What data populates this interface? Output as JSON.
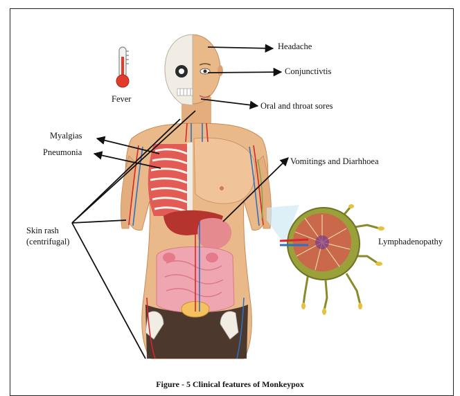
{
  "labels": {
    "headache": "Headache",
    "conjunctivitis": "Conjunctivtis",
    "fever": "Fever",
    "oral_throat": "Oral and throat sores",
    "myalgias": "Myalgias",
    "pneumonia": "Pneumonia",
    "vomiting": "Vomitings and Diarhhoea",
    "skin_rash_1": "Skin rash",
    "skin_rash_2": "(centrifugal)",
    "lymph": "Lymphadenopathy"
  },
  "caption": "Figure - 5  Clinical features of Monkeypox",
  "colors": {
    "skin": "#e9b98a",
    "skin_dark": "#c98a55",
    "artery": "#d7262e",
    "vein": "#2f6fbf",
    "lung": "#e04a4a",
    "liver": "#b5342e",
    "intestine": "#f0a6b0",
    "node": "#9aa03a"
  }
}
